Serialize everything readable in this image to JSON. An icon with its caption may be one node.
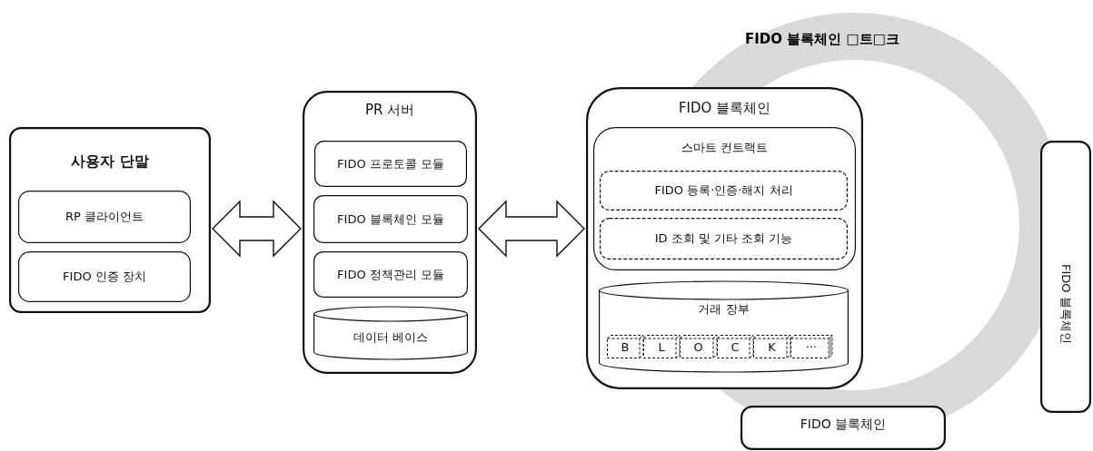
{
  "diagram": {
    "nodes": [
      {
        "text": [
          "사용자 단말"
        ]
      },
      {
        "text": [
          "RP 클라이언트"
        ],
        "in": 0
      },
      {
        "text": [
          "FIDO 인증 장치"
        ],
        "in": 0
      },
      {
        "text": [
          "PR 서버"
        ]
      },
      {
        "text": [
          "FIDO 프로토콜 모듈"
        ],
        "in": 3
      },
      {
        "text": [
          "FIDO 블록체인 모듈"
        ],
        "in": 3
      },
      {
        "text": [
          "FIDO 정책관리 모듈"
        ],
        "in": 3
      },
      {
        "text": [
          "데이터 베이스"
        ],
        "in": 3
      },
      {
        "text": [
          "FIDO 블록체인"
        ]
      },
      {
        "text": [
          "스마트 컨트랙트"
        ],
        "in": 8
      },
      {
        "text": [
          "FIDO 등록·인증·해지 처리"
        ],
        "in": 9
      },
      {
        "text": [
          "ID 조회 및 기타 조회 기능"
        ],
        "in": 9
      },
      {
        "text": [
          "거래 장부"
        ],
        "in": 8
      },
      {
        "text": [
          "B"
        ],
        "in": 12
      },
      {
        "text": [
          "L"
        ],
        "in": 12
      },
      {
        "text": [
          "O"
        ],
        "in": 12
      },
      {
        "text": [
          "C"
        ],
        "in": 12
      },
      {
        "text": [
          "K"
        ],
        "in": 12
      },
      {
        "text": [
          "···"
        ],
        "in": 12
      },
      {
        "text": [
          "FIDO 블록체인"
        ]
      },
      {
        "text": [
          "FIDO 블록체인"
        ]
      }
    ],
    "edges": [
      {
        "from": 0,
        "to": 3,
        "arrow": "both"
      },
      {
        "from": 3,
        "to": 8,
        "arrow": "both"
      }
    ],
    "labels": [
      "FIDO 블록체인 □트□크"
    ]
  }
}
